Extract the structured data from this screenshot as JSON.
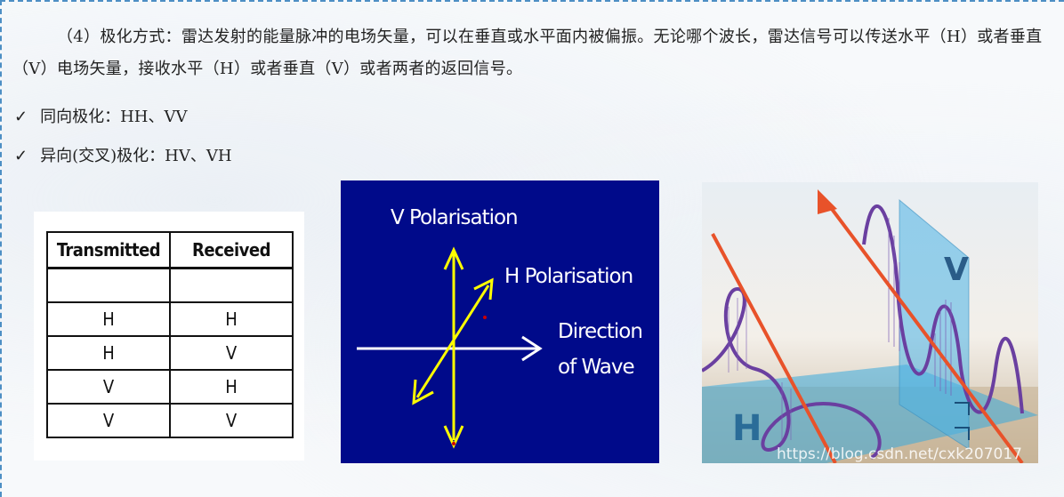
{
  "paragraph": "（4）极化方式：雷达发射的能量脉冲的电场矢量，可以在垂直或水平面内被偏振。无论哪个波长，雷达信号可以传送水平（H）或者垂直（V）电场矢量，接收水平（H）或者垂直（V）或者两者的返回信号。",
  "bullets": [
    {
      "mark": "✓",
      "text": "同向极化：HH、VV"
    },
    {
      "mark": "✓",
      "text": "异向(交叉)极化：HV、VH"
    }
  ],
  "table": {
    "headers": [
      "Transmitted",
      "Received"
    ],
    "rows": [
      [
        "",
        ""
      ],
      [
        "H",
        "H"
      ],
      [
        "H",
        "V"
      ],
      [
        "V",
        "H"
      ],
      [
        "V",
        "V"
      ]
    ]
  },
  "diagram": {
    "v_label": "V Polarisation",
    "h_label": "H Polarisation",
    "dir_label_1": "Direction",
    "dir_label_2": "of Wave",
    "bg_color": "#000a8a",
    "arrow_color": "#ffff00"
  },
  "wave_image": {
    "v_letter": "V",
    "h_letter": "H",
    "watermark": "https://blog.csdn.net/cxk207017"
  }
}
